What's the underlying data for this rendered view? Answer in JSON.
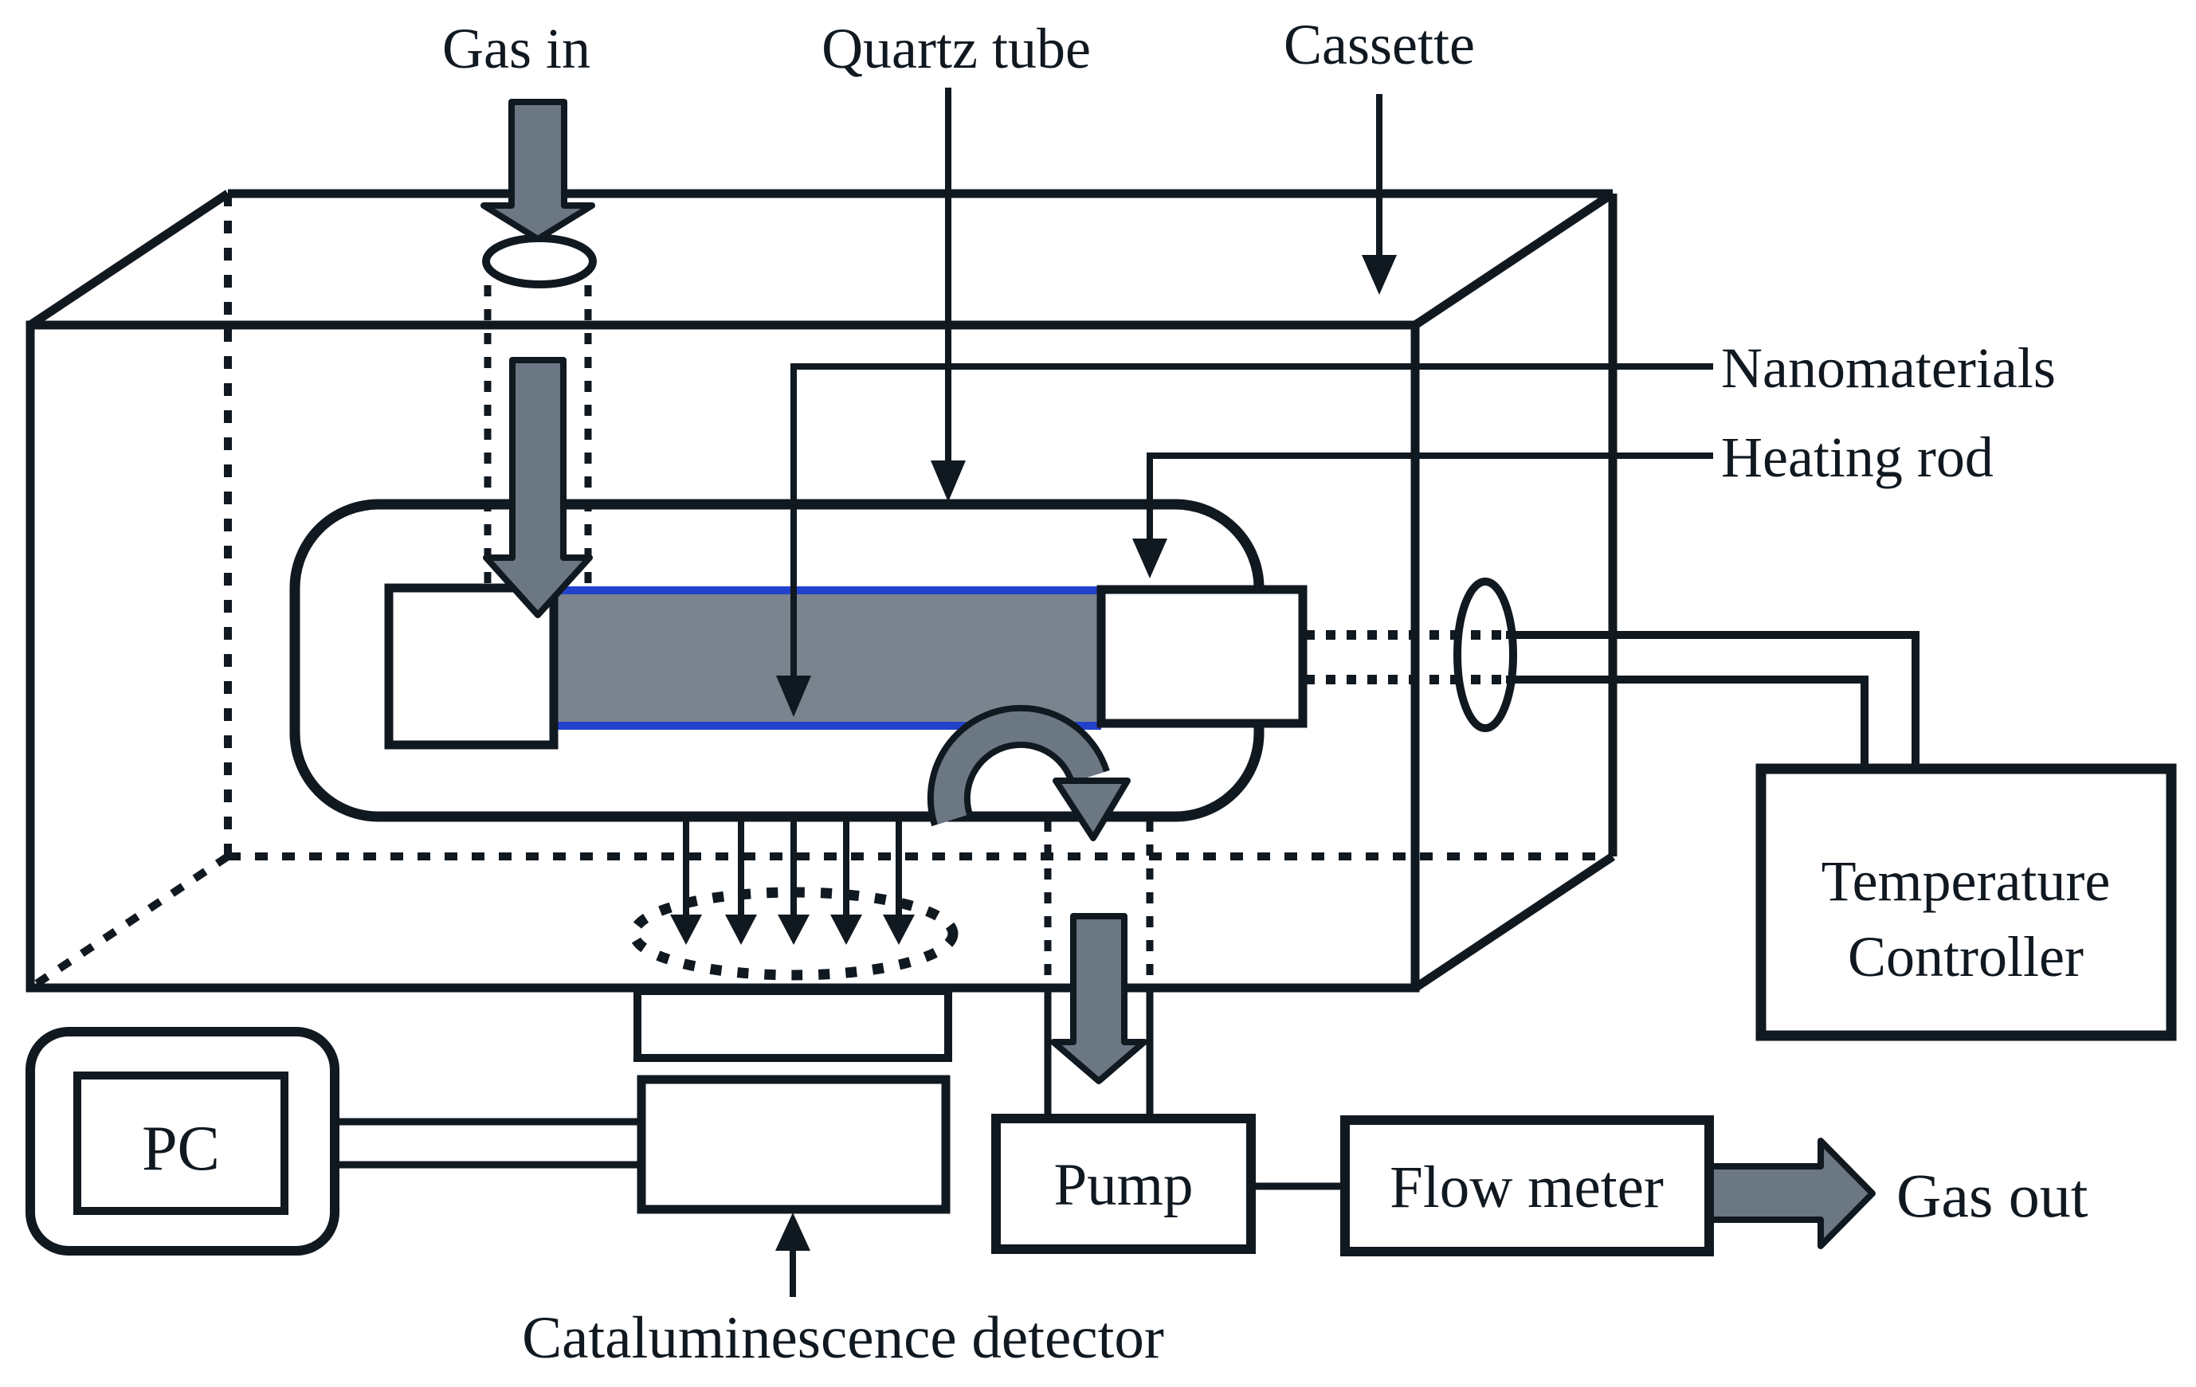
{
  "diagram": {
    "type": "schematic",
    "subject": "Cataluminescence gas-sensing apparatus",
    "colors": {
      "outline": "#101820",
      "arrow_gray": "#6c7784",
      "tube_gray": "#79848f",
      "tube_blue": "#2342cc",
      "background": "#ffffff"
    },
    "labels": {
      "gas_in": "Gas in",
      "quartz_tube": "Quartz tube",
      "cassette": "Cassette",
      "nanomaterials": "Nanomaterials",
      "heating_rod": "Heating rod",
      "temperature_controller_line1": "Temperature",
      "temperature_controller_line2": "Controller",
      "pc": "PC",
      "pump": "Pump",
      "flow_meter": "Flow meter",
      "gas_out": "Gas out",
      "cataluminescence_detector": "Cataluminescence detector"
    }
  }
}
